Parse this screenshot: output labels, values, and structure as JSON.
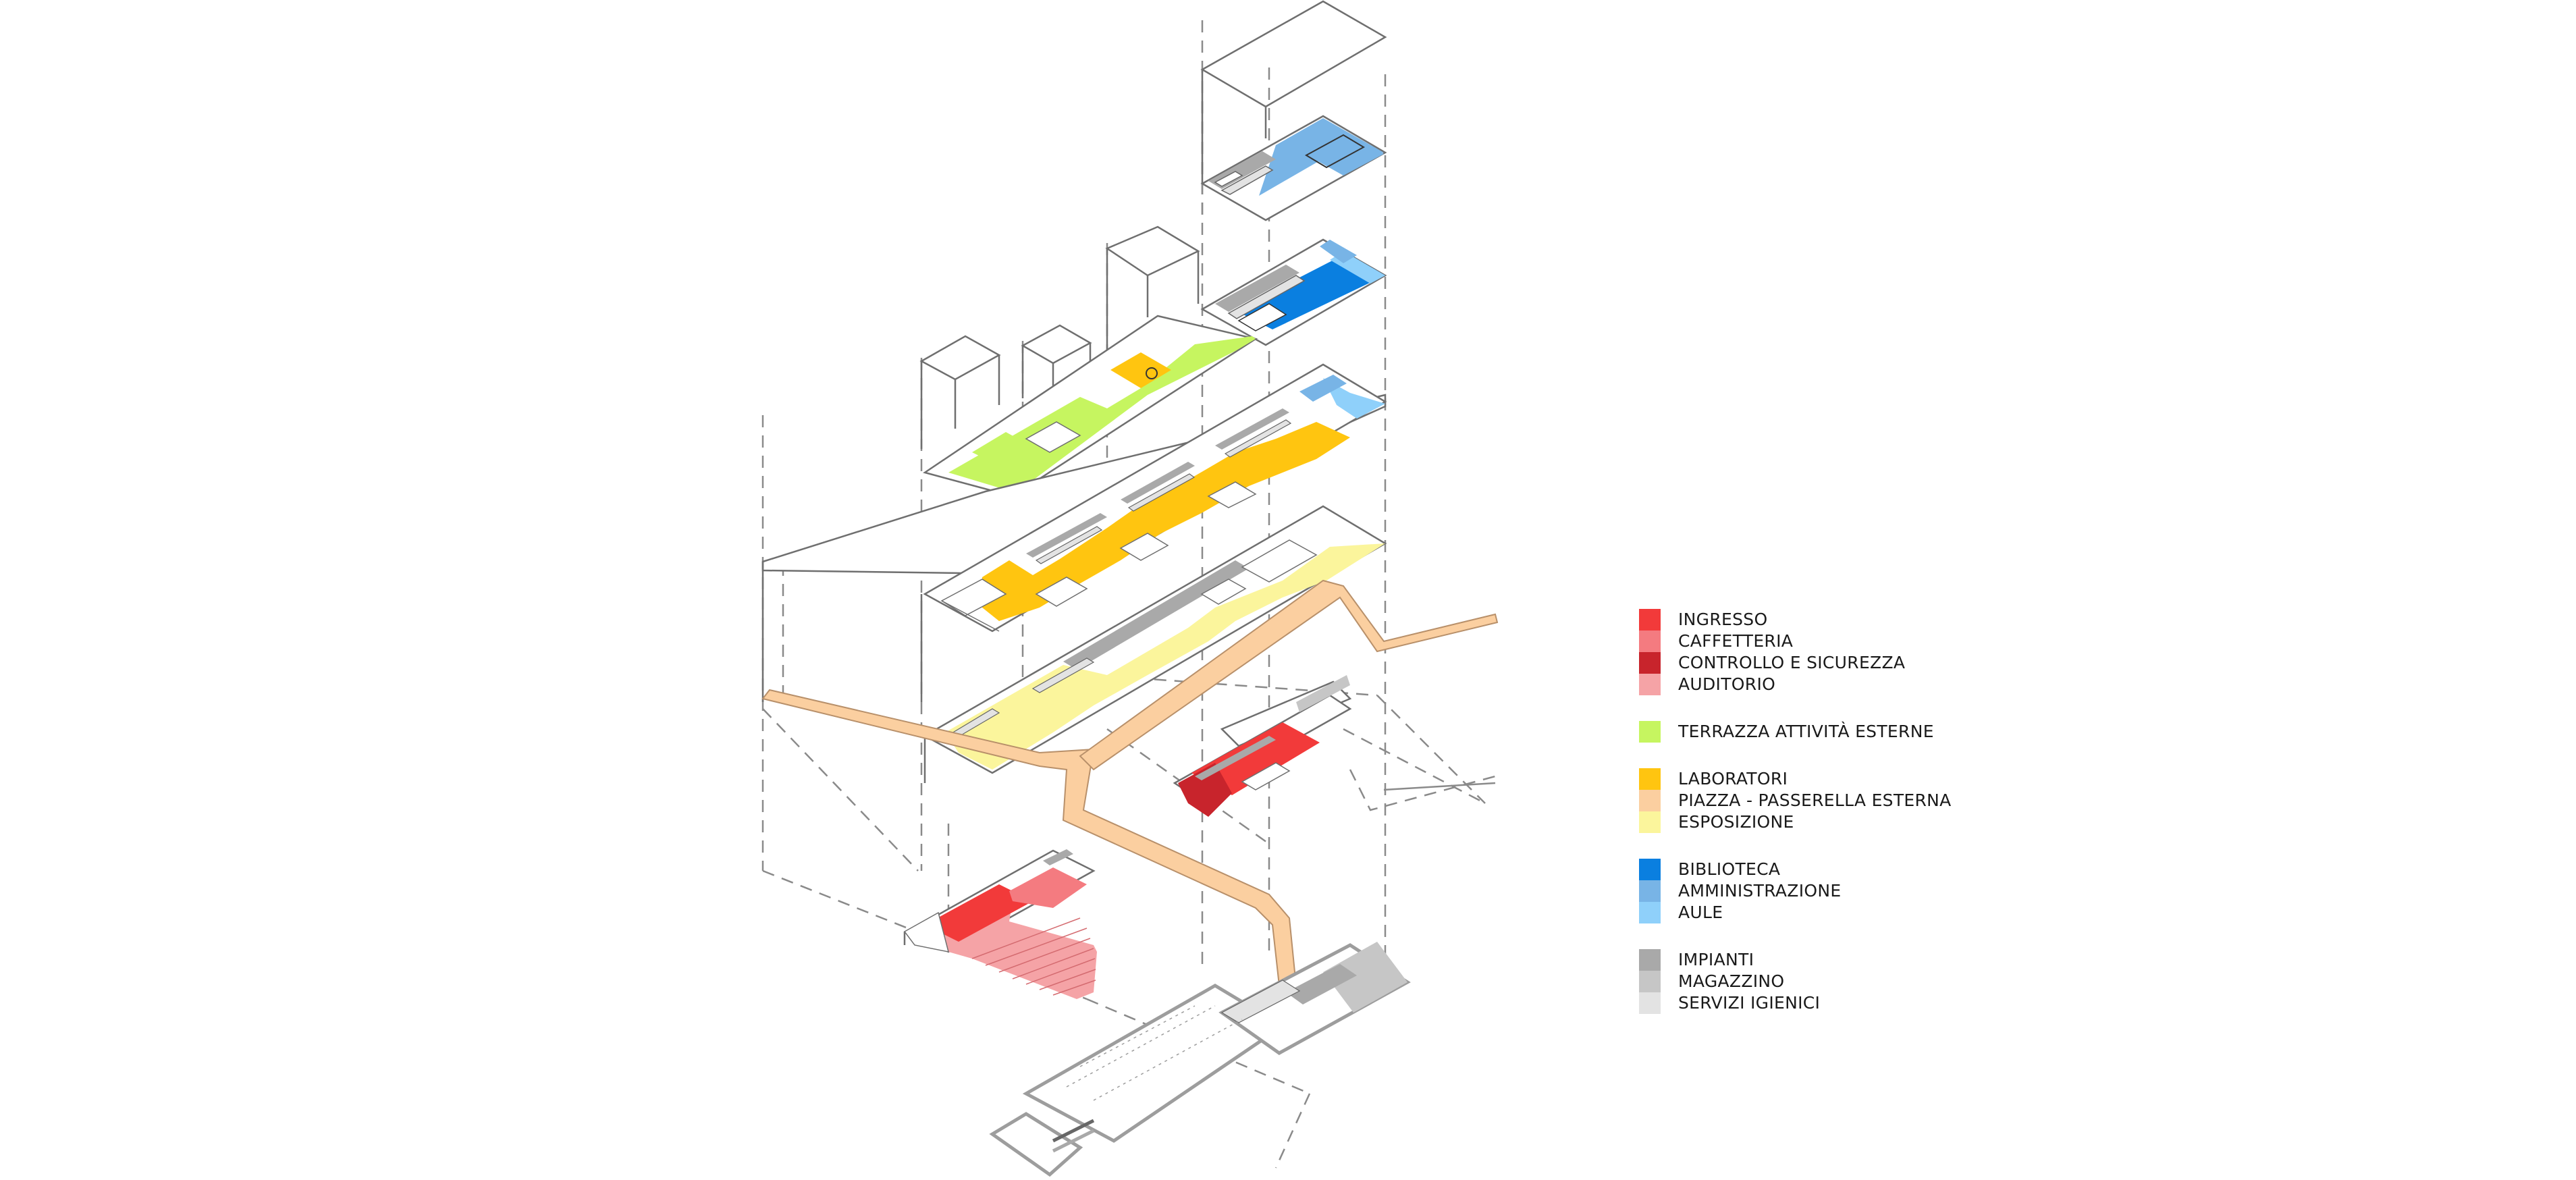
{
  "legend": {
    "groups": [
      {
        "items": [
          {
            "label": "INGRESSO",
            "color": "#f23a3a"
          },
          {
            "label": "CAFFETTERIA",
            "color": "#f47b80"
          },
          {
            "label": "CONTROLLO E SICUREZZA",
            "color": "#c8242c"
          },
          {
            "label": "AUDITORIO",
            "color": "#f5a3a6"
          }
        ]
      },
      {
        "items": [
          {
            "label": "TERRAZZA ATTIVITÀ ESTERNE",
            "color": "#c6f560"
          }
        ]
      },
      {
        "items": [
          {
            "label": "LABORATORI",
            "color": "#ffc510"
          },
          {
            "label": "PIAZZA - PASSERELLA ESTERNA",
            "color": "#fbcfa0"
          },
          {
            "label": "ESPOSIZIONE",
            "color": "#fbf59c"
          }
        ]
      },
      {
        "items": [
          {
            "label": "BIBLIOTECA",
            "color": "#0a7fe0"
          },
          {
            "label": "AMMINISTRAZIONE",
            "color": "#78b4e6"
          },
          {
            "label": "AULE",
            "color": "#8fd0fa"
          }
        ]
      },
      {
        "items": [
          {
            "label": "IMPIANTI",
            "color": "#a9a9a9"
          },
          {
            "label": "MAGAZZINO",
            "color": "#c6c6c6"
          },
          {
            "label": "SERVIZI IGIENICI",
            "color": "#e3e3e3"
          }
        ]
      }
    ]
  },
  "colors": {
    "line": "#6f6f6f",
    "dashed": "#8a8a8a",
    "core": "#9d9d9d",
    "background": "#ffffff"
  }
}
